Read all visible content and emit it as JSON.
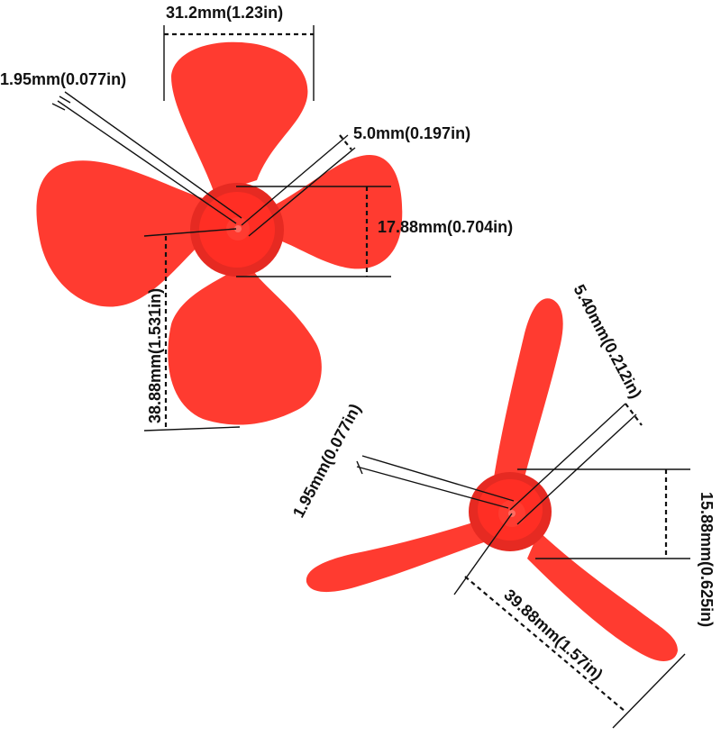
{
  "colors": {
    "propeller": "#ff3b30",
    "propeller_shade": "#e62a22",
    "hub_inner": "#ff2e24",
    "hole": "#ff6c62",
    "line": "#111111"
  },
  "four_blade_propeller": {
    "blade_width": "31.2mm(1.23in)",
    "shaft_hole_diameter": "1.95mm(0.077in)",
    "hub_inner_diameter": "5.0mm(0.197in)",
    "hub_height": "17.88mm(0.704in)",
    "radius": "38.88mm(1.531in)"
  },
  "three_blade_propeller": {
    "hub_inner_diameter": "5.40mm(0.212in)",
    "shaft_hole_diameter": "1.95mm(0.077in)",
    "hub_height": "15.88mm(0.625in)",
    "blade_length": "39.88mm(1.57in)"
  }
}
